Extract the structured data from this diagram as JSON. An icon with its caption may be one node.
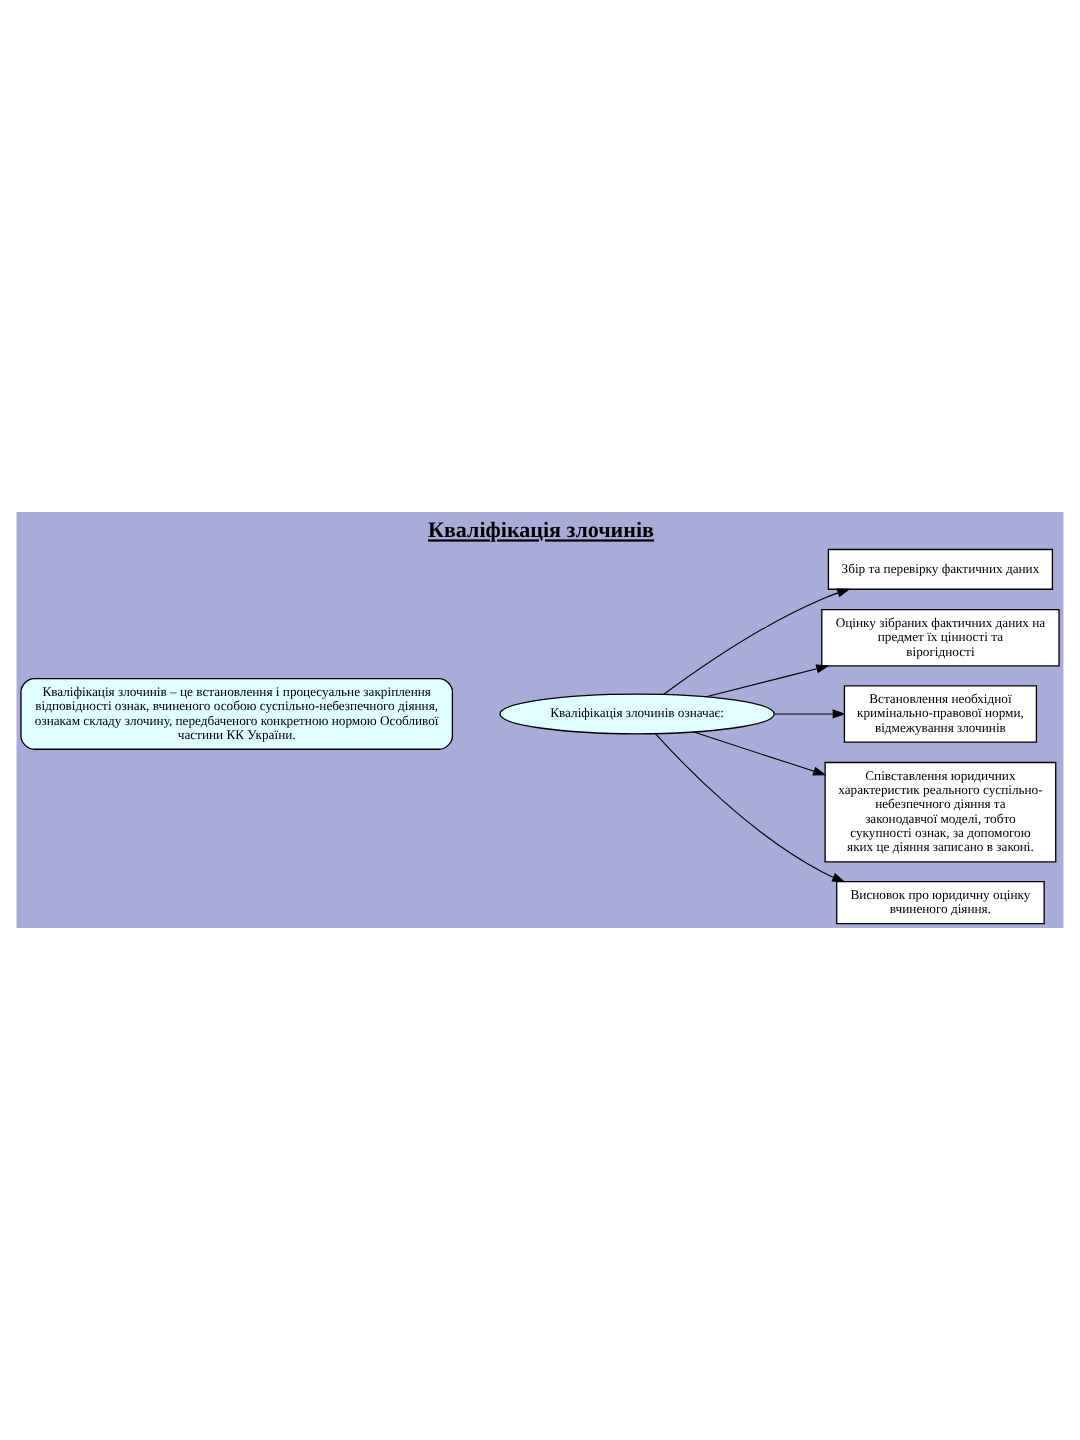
{
  "diagram": {
    "title": "Кваліфікація злочинів",
    "nodes": [
      {
        "text": [
          "Кваліфікація злочинів – це встановлення і процесуальне закріплення відповідності ознак, вчиненого особою суспільно-небезпечного діяння, ознакам складу злочину, передбаченого конкретною нормою Особливої частини КК України."
        ]
      },
      {
        "text": [
          "Кваліфікація злочинів означає:"
        ]
      },
      {
        "text": [
          "Збір та перевірку фактичних даних"
        ]
      },
      {
        "text": [
          "Оцінку зібраних фактичних даних на предмет їх цінності та вірогідності"
        ]
      },
      {
        "text": [
          "Встановлення необхідної кримінально-правової норми, відмежування злочинів"
        ]
      },
      {
        "text": [
          "Співставлення юридичних характеристик реального суспільно-небезпечного діяння та законодавчої моделі, тобто сукупності ознак, за допомогою яких це діяння записано в законі."
        ]
      },
      {
        "text": [
          "Висновок про юридичну оцінку вчиненого діяння."
        ]
      }
    ],
    "edges": [
      {
        "from": 1,
        "to": 2,
        "arrow": "to"
      },
      {
        "from": 1,
        "to": 3,
        "arrow": "to"
      },
      {
        "from": 1,
        "to": 4,
        "arrow": "to"
      },
      {
        "from": 1,
        "to": 5,
        "arrow": "to"
      },
      {
        "from": 1,
        "to": 6,
        "arrow": "to"
      }
    ]
  }
}
